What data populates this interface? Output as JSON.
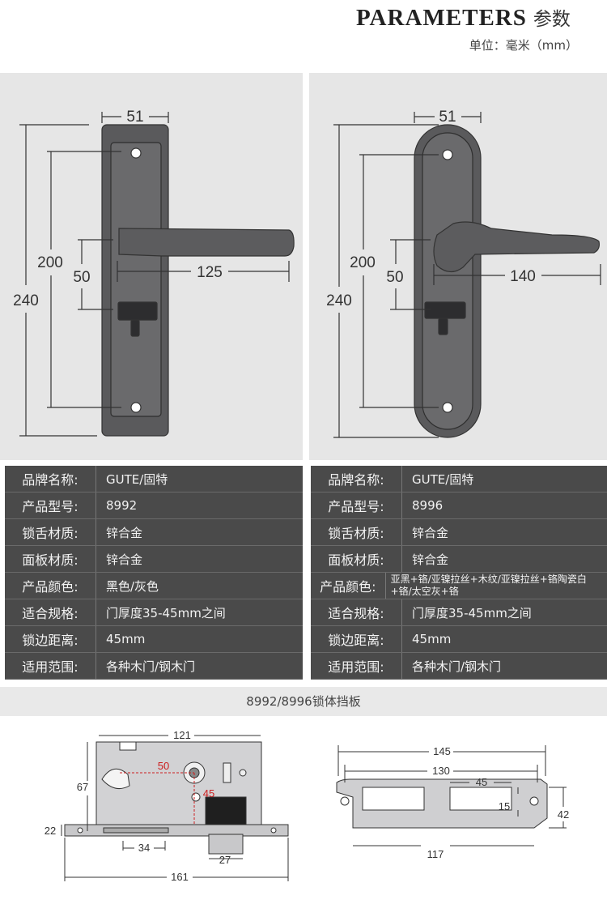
{
  "header": {
    "title_en": "PARAMETERS",
    "title_cn": "参数",
    "unit": "单位：毫米（mm）"
  },
  "left_drawing": {
    "dim_width": "51",
    "dim_total": "240",
    "dim_holes": "200",
    "dim_handle_to_lock": "50",
    "dim_handle": "125"
  },
  "right_drawing": {
    "dim_width": "51",
    "dim_total": "240",
    "dim_holes": "200",
    "dim_handle_to_lock": "50",
    "dim_handle": "140"
  },
  "left_specs": [
    {
      "k": "品牌名称:",
      "v": "GUTE/固特"
    },
    {
      "k": "产品型号:",
      "v": "8992"
    },
    {
      "k": "锁舌材质:",
      "v": "锌合金"
    },
    {
      "k": "面板材质:",
      "v": "锌合金"
    },
    {
      "k": "产品颜色:",
      "v": "黑色/灰色"
    },
    {
      "k": "适合规格:",
      "v": "门厚度35-45mm之间"
    },
    {
      "k": "锁边距离:",
      "v": "45mm"
    },
    {
      "k": "适用范围:",
      "v": "各种木门/钢木门"
    }
  ],
  "right_specs": [
    {
      "k": "品牌名称:",
      "v": "GUTE/固特"
    },
    {
      "k": "产品型号:",
      "v": "8996"
    },
    {
      "k": "锁舌材质:",
      "v": "锌合金"
    },
    {
      "k": "面板材质:",
      "v": "锌合金"
    },
    {
      "k": "产品颜色:",
      "v": "亚黑+铬/亚镍拉丝+木纹/亚镍拉丝+铬陶瓷白+铬/太空灰+铬"
    },
    {
      "k": "适合规格:",
      "v": "门厚度35-45mm之间"
    },
    {
      "k": "锁边距离:",
      "v": "45mm"
    },
    {
      "k": "适用范围:",
      "v": "各种木门/钢木门"
    }
  ],
  "strip_label": "8992/8996锁体挡板",
  "lock_body": {
    "d121": "121",
    "d50": "50",
    "d45": "45",
    "d67": "67",
    "d22": "22",
    "d34": "34",
    "d27": "27",
    "d161": "161"
  },
  "strike_plate": {
    "d145": "145",
    "d130": "130",
    "d45": "45",
    "d15": "15",
    "d42": "42",
    "d117": "117"
  },
  "colors": {
    "dim_red": "#cc1f1f",
    "table_bg": "#4a4a4a",
    "panel_bg": "#e6e6e6"
  }
}
